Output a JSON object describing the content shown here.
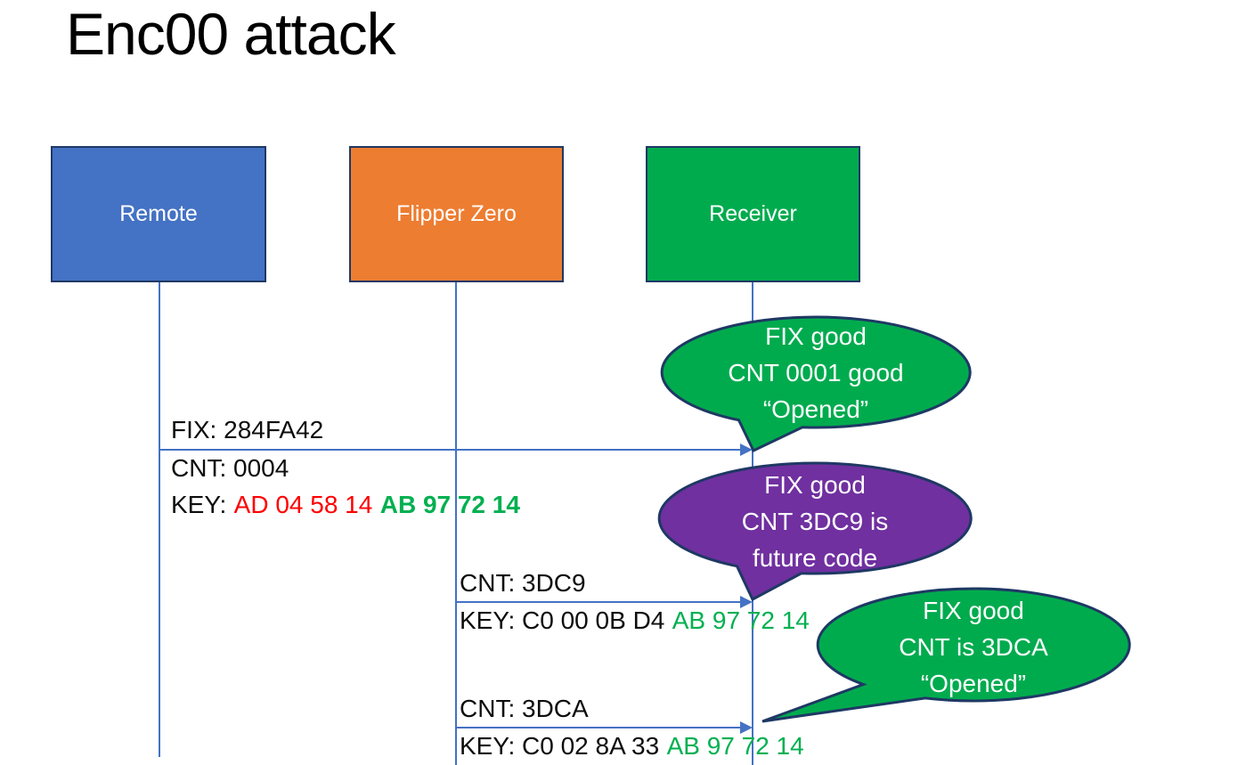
{
  "title": "Enc00 attack",
  "colors": {
    "remote_blue": "#4472C4",
    "flipper_orange": "#ED7D31",
    "receiver_green": "#00AB4E",
    "bubble_green": "#00AB4E",
    "bubble_purple": "#7030A0",
    "shape_border": "#1F3864",
    "line_blue": "#4472C4",
    "text_red": "#FF0000",
    "text_green": "#00B050"
  },
  "actors": [
    {
      "label": "Remote"
    },
    {
      "label": "Flipper Zero"
    },
    {
      "label": "Receiver"
    }
  ],
  "messages": {
    "m1": {
      "fix": "FIX: 284FA42",
      "cnt": "CNT: 0004",
      "key_label": "KEY:",
      "key_red": "AD 04 58 14",
      "key_green": "AB 97 72 14"
    },
    "m2": {
      "cnt": "CNT: 3DC9",
      "key_black": "KEY: C0 00 0B D4",
      "key_green": "AB 97 72 14"
    },
    "m3": {
      "cnt": "CNT: 3DCA",
      "key_black": "KEY: C0 02 8A 33",
      "key_green": "AB 97 72 14"
    }
  },
  "bubbles": {
    "b1": {
      "line1": "FIX good",
      "line2": "CNT 0001 good",
      "line3": "“Opened”"
    },
    "b2": {
      "line1": "FIX good",
      "line2": "CNT 3DC9 is",
      "line3": "future code"
    },
    "b3": {
      "line1": "FIX good",
      "line2": "CNT is 3DCA",
      "line3": "“Opened”"
    }
  }
}
